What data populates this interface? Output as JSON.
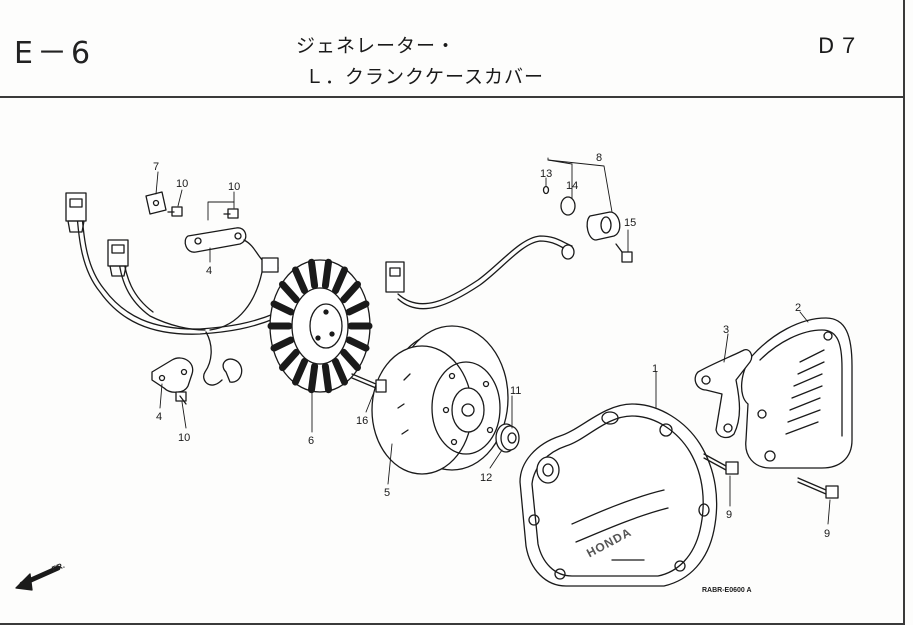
{
  "header": {
    "section_code": "E－6",
    "title_line_1": "ジェネレーター・",
    "title_line_2": "Ｌ．クランクケースカバー",
    "page_code": "D７"
  },
  "callouts": {
    "n1": "1",
    "n2": "2",
    "n3": "3",
    "n4a": "4",
    "n4b": "4",
    "n5": "5",
    "n6": "6",
    "n7": "7",
    "n8": "8",
    "n9a": "9",
    "n9b": "9",
    "n10a": "10",
    "n10b": "10",
    "n10c": "10",
    "n11": "11",
    "n12": "12",
    "n13": "13",
    "n14": "14",
    "n15": "15",
    "n16": "16"
  },
  "diagram_code": "RABR-E0600 A",
  "cover_brand": "HONDA",
  "front_marker": "FR.",
  "colors": {
    "ink": "#1a1a1a",
    "paper": "#fdfdfc",
    "frame": "#3a3a3a"
  }
}
